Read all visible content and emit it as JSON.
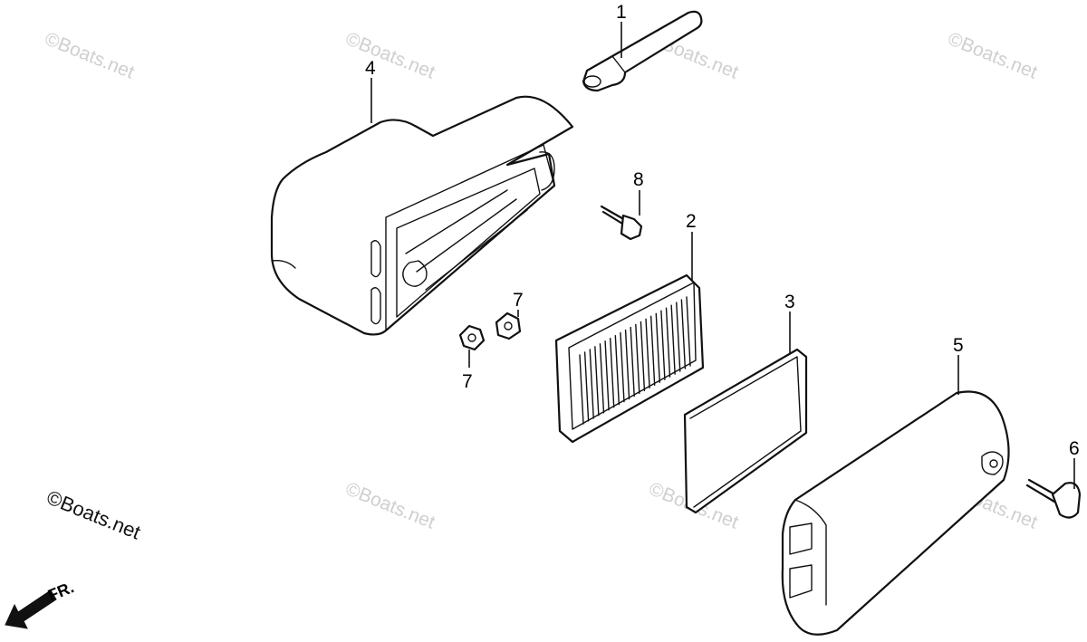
{
  "diagram": {
    "callouts": [
      {
        "id": "1",
        "label": "1"
      },
      {
        "id": "2",
        "label": "2"
      },
      {
        "id": "3",
        "label": "3"
      },
      {
        "id": "4",
        "label": "4"
      },
      {
        "id": "5",
        "label": "5"
      },
      {
        "id": "6",
        "label": "6"
      },
      {
        "id": "7a",
        "label": "7"
      },
      {
        "id": "7b",
        "label": "7"
      },
      {
        "id": "8",
        "label": "8"
      }
    ],
    "copyright": "©Boats.net",
    "watermark": "©Boats.net",
    "direction_label": "FR."
  },
  "colors": {
    "ink": "#111111",
    "watermark": "#cfcfcf",
    "background": "#ffffff"
  }
}
